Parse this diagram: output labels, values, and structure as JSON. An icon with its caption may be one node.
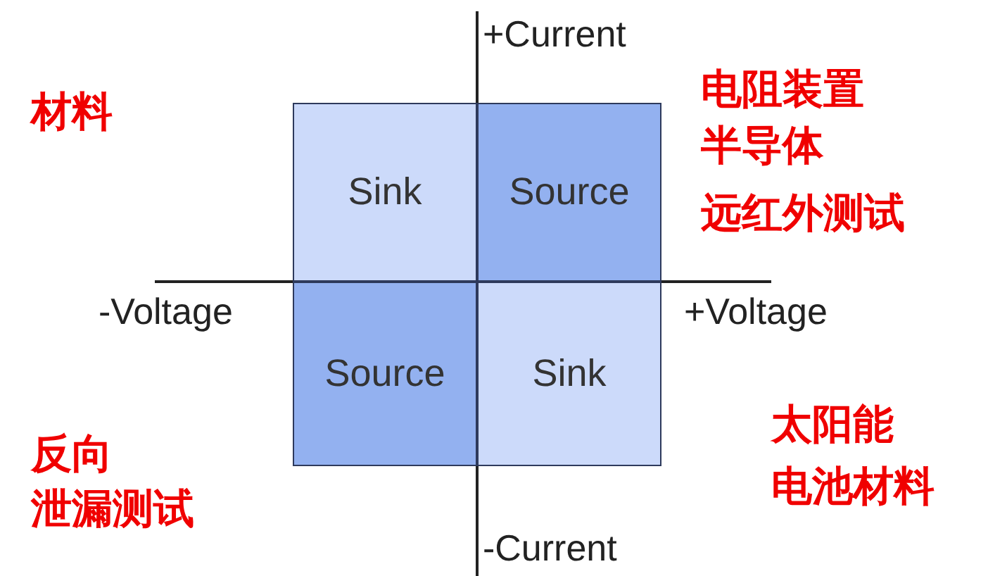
{
  "diagram": {
    "nodes": [
      {
        "text": [
          "Sink"
        ]
      },
      {
        "text": [
          "Source"
        ]
      },
      {
        "text": [
          "Source"
        ]
      },
      {
        "text": [
          "Sink"
        ]
      }
    ],
    "labels": [
      "+Current",
      "材料",
      "电阻装置",
      "半导体",
      "远红外测试",
      "-Voltage",
      "+Voltage",
      "反向",
      "太阳能",
      "泄漏测试",
      "电池材料",
      "-Current"
    ]
  }
}
